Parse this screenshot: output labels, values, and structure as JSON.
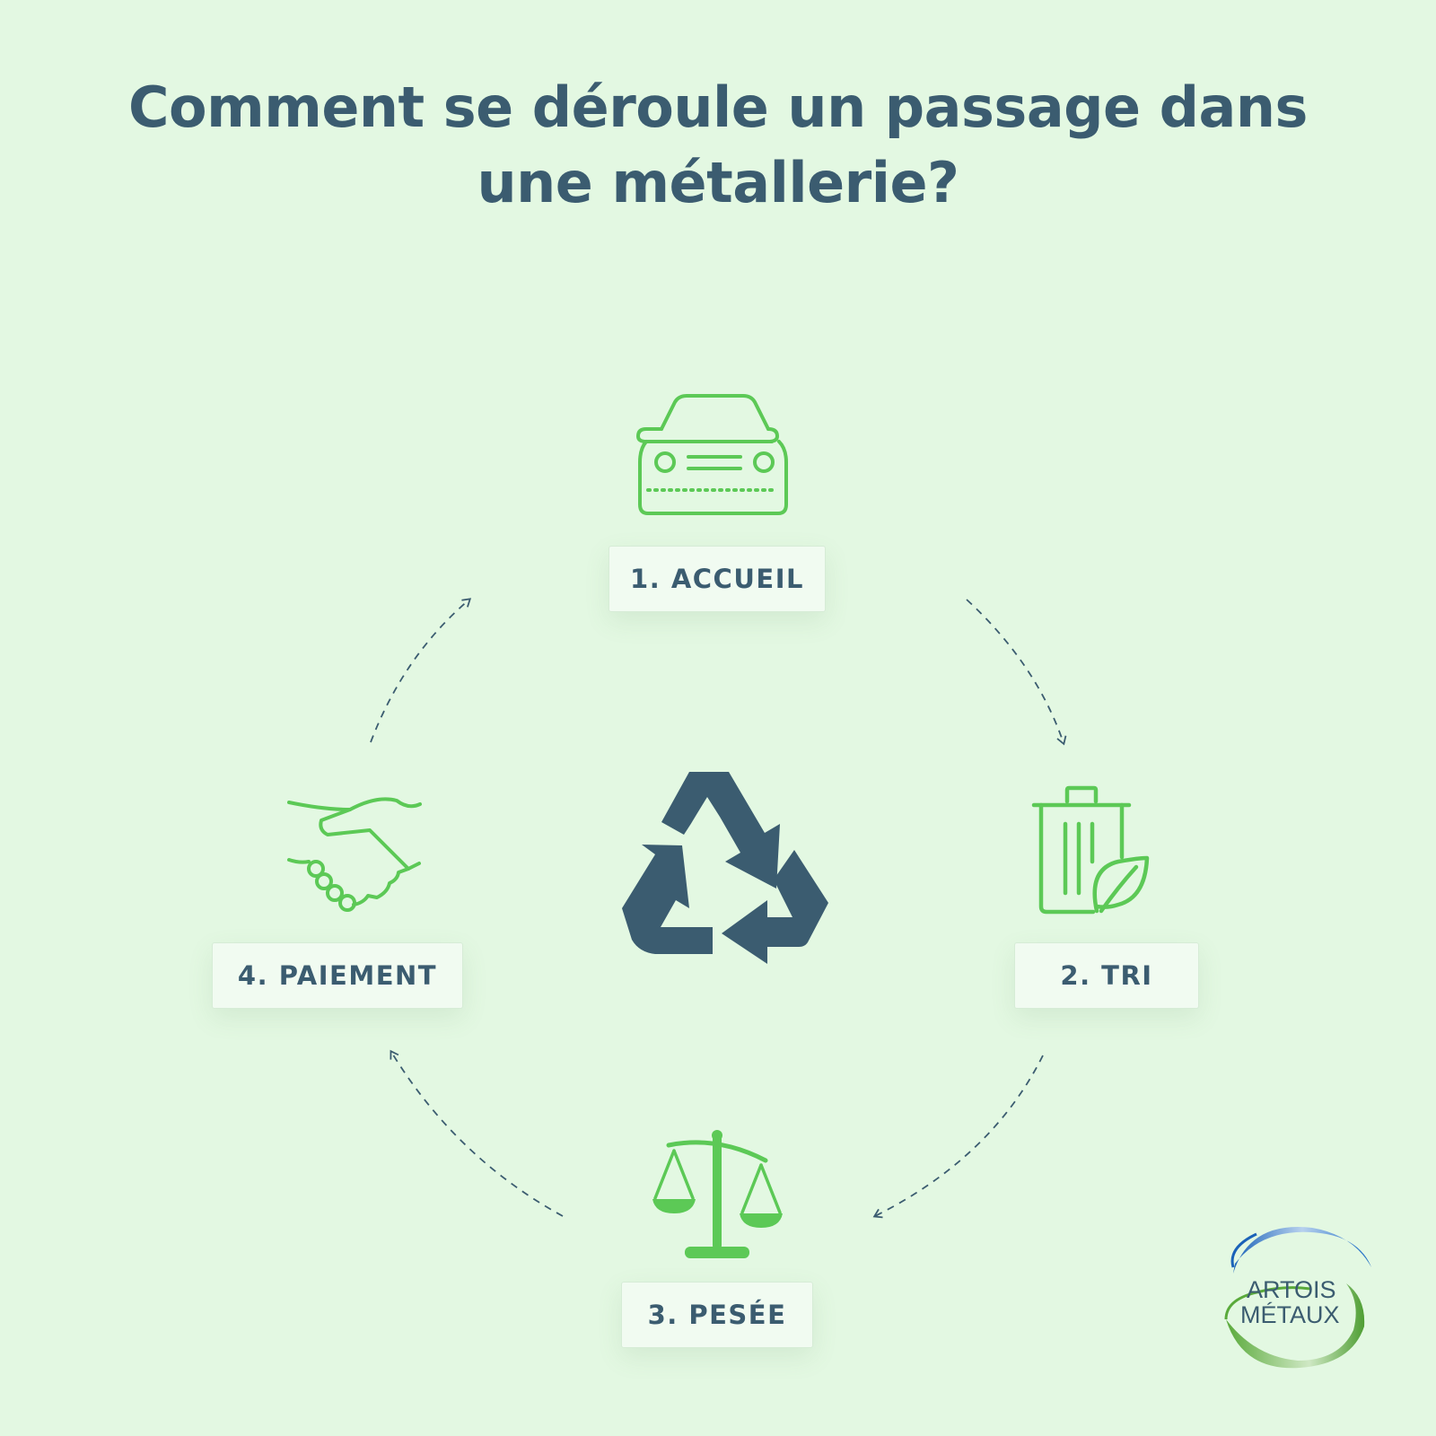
{
  "title": {
    "line1": "Comment se déroule un passage dans",
    "line2": "une métallerie?"
  },
  "steps": [
    {
      "label": "1. ACCUEIL",
      "icon": "car-icon"
    },
    {
      "label": "2. TRI",
      "icon": "trash-bin-leaf-icon"
    },
    {
      "label": "3. PESÉE",
      "icon": "scale-icon"
    },
    {
      "label": "4. PAIEMENT",
      "icon": "handshake-icon"
    }
  ],
  "center_icon": "recycle-icon",
  "logo": {
    "line1": "ARTOIS",
    "line2": "MÉTAUX"
  },
  "colors": {
    "background": "#e3f8e2",
    "text": "#3b5c70",
    "icon_green": "#5cc956",
    "recycle": "#3b5c70"
  }
}
